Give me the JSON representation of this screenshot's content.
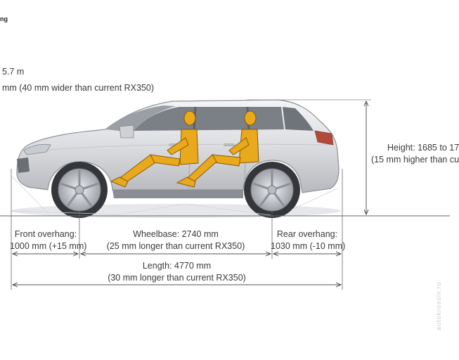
{
  "corner_label": "ng",
  "turning_circle": "5.7 m",
  "width_note": "mm (40 mm wider than current RX350)",
  "height": {
    "line1": "Height: 1685 to 17",
    "line2": "(15 mm higher than cu"
  },
  "front_overhang": {
    "label": "Front overhang:",
    "value": "1000 mm (+15 mm)"
  },
  "wheelbase": {
    "label": "Wheelbase: 2740 mm",
    "note": "(25 mm longer than current RX350)"
  },
  "rear_overhang": {
    "label": "Rear overhang:",
    "value": "1030 mm (-10 mm)"
  },
  "length": {
    "label": "Length: 4770 mm",
    "note": "(30 mm longer than current RX350)"
  },
  "watermark": "autokrosslv.ru",
  "colors": {
    "car_body": "#dcdde0",
    "car_outline": "#8d9096",
    "window": "#7b7f86",
    "tire": "#34363a",
    "mannequin": "#e9a91c",
    "mannequin_outline": "#8a5a06",
    "dimension_line": "#555555"
  }
}
